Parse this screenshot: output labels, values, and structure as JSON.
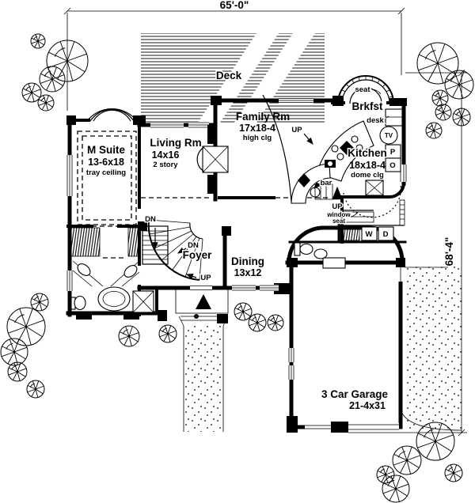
{
  "dimensions": {
    "width_label": "65'-0\"",
    "height_label": "68'-4\""
  },
  "rooms": {
    "deck": {
      "name": "Deck"
    },
    "m_suite": {
      "name": "M Suite",
      "size": "13-6x18",
      "note": "tray ceiling"
    },
    "living": {
      "name": "Living Rm",
      "size": "14x16",
      "note": "2 story"
    },
    "family": {
      "name": "Family Rm",
      "size": "17x18-4",
      "note": "high clg"
    },
    "brkfst": {
      "name": "Brkfst"
    },
    "kitchen": {
      "name": "Kitchen",
      "size": "18x18-4",
      "note": "dome clg"
    },
    "foyer": {
      "name": "Foyer"
    },
    "dining": {
      "name": "Dining",
      "size": "13x12"
    },
    "garage": {
      "name": "3 Car Garage",
      "size": "21-4x31"
    }
  },
  "annotations": {
    "up": "UP",
    "dn": "DN",
    "seat": "seat",
    "desk": "desk",
    "bar": "bar",
    "window_seat_1": "window",
    "window_seat_2": "seat",
    "tv": "TV",
    "p": "P",
    "o": "O",
    "w": "W",
    "d": "D"
  },
  "colors": {
    "ink": "#000000",
    "paper": "#ffffff",
    "glass": "#9a9a9a"
  }
}
